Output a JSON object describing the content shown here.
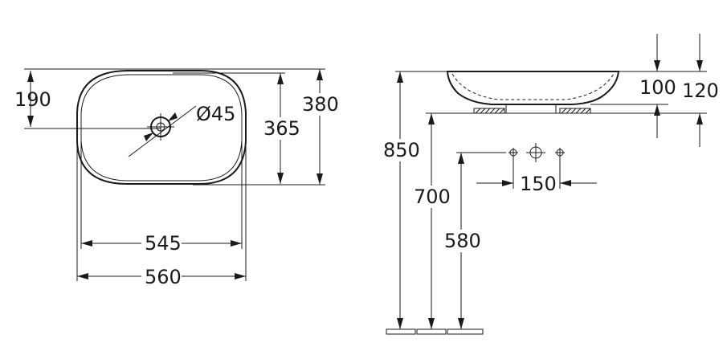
{
  "dimensions": {
    "top_view": {
      "tap_hole_offset": "190",
      "tap_hole_diameter": "Ø45",
      "inner_depth": "365",
      "overall_depth": "380",
      "inner_width": "545",
      "overall_width": "560"
    },
    "side_view": {
      "basin_height": "100",
      "overall_height": "120",
      "rim_height": "850",
      "counter_height": "700",
      "supply_height": "580",
      "supply_spacing": "150"
    }
  }
}
